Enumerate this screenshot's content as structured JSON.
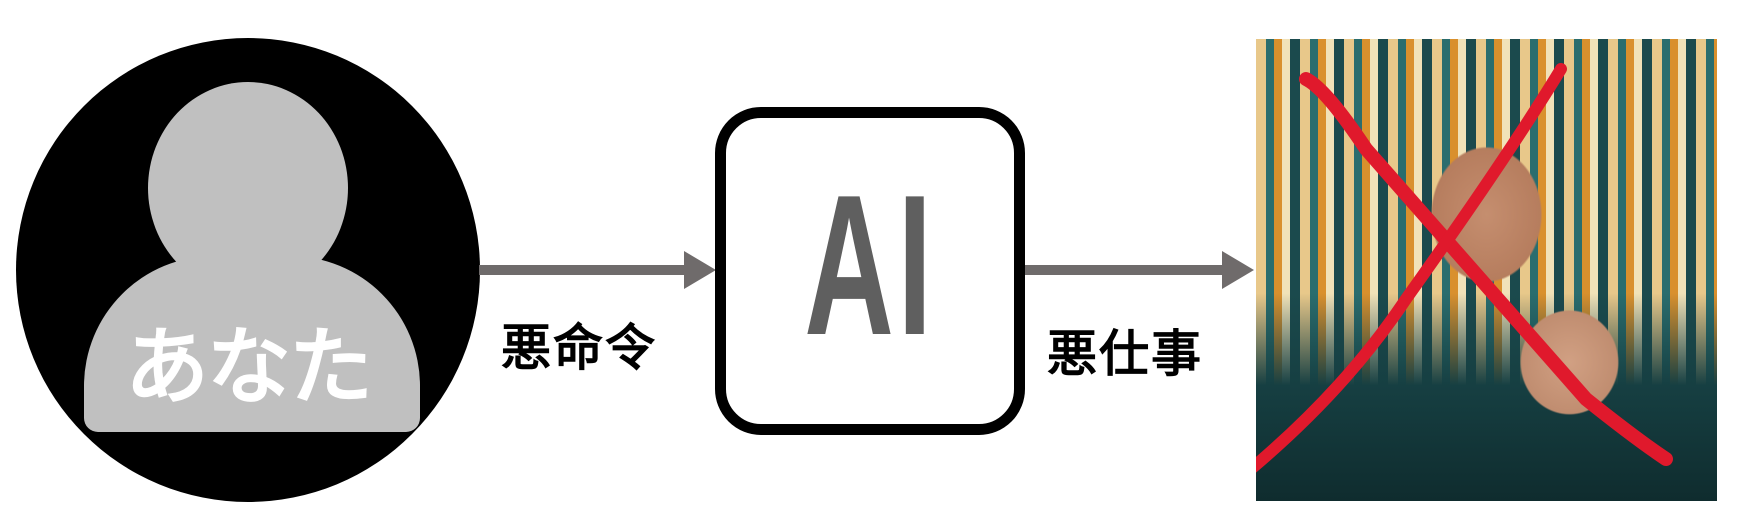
{
  "user": {
    "label": "あなた",
    "icon": "person-icon"
  },
  "edges": [
    {
      "label": "悪命令"
    },
    {
      "label": "悪仕事"
    }
  ],
  "ai_box": {
    "label": "AI"
  },
  "result": {
    "description_icon": "generated-image",
    "mark": "red-x-icon"
  },
  "colors": {
    "arrow": "#6f6b6b",
    "ai_text": "#5f5f5f",
    "person_fill": "#c0c0c0",
    "cross": "#e0192c"
  }
}
